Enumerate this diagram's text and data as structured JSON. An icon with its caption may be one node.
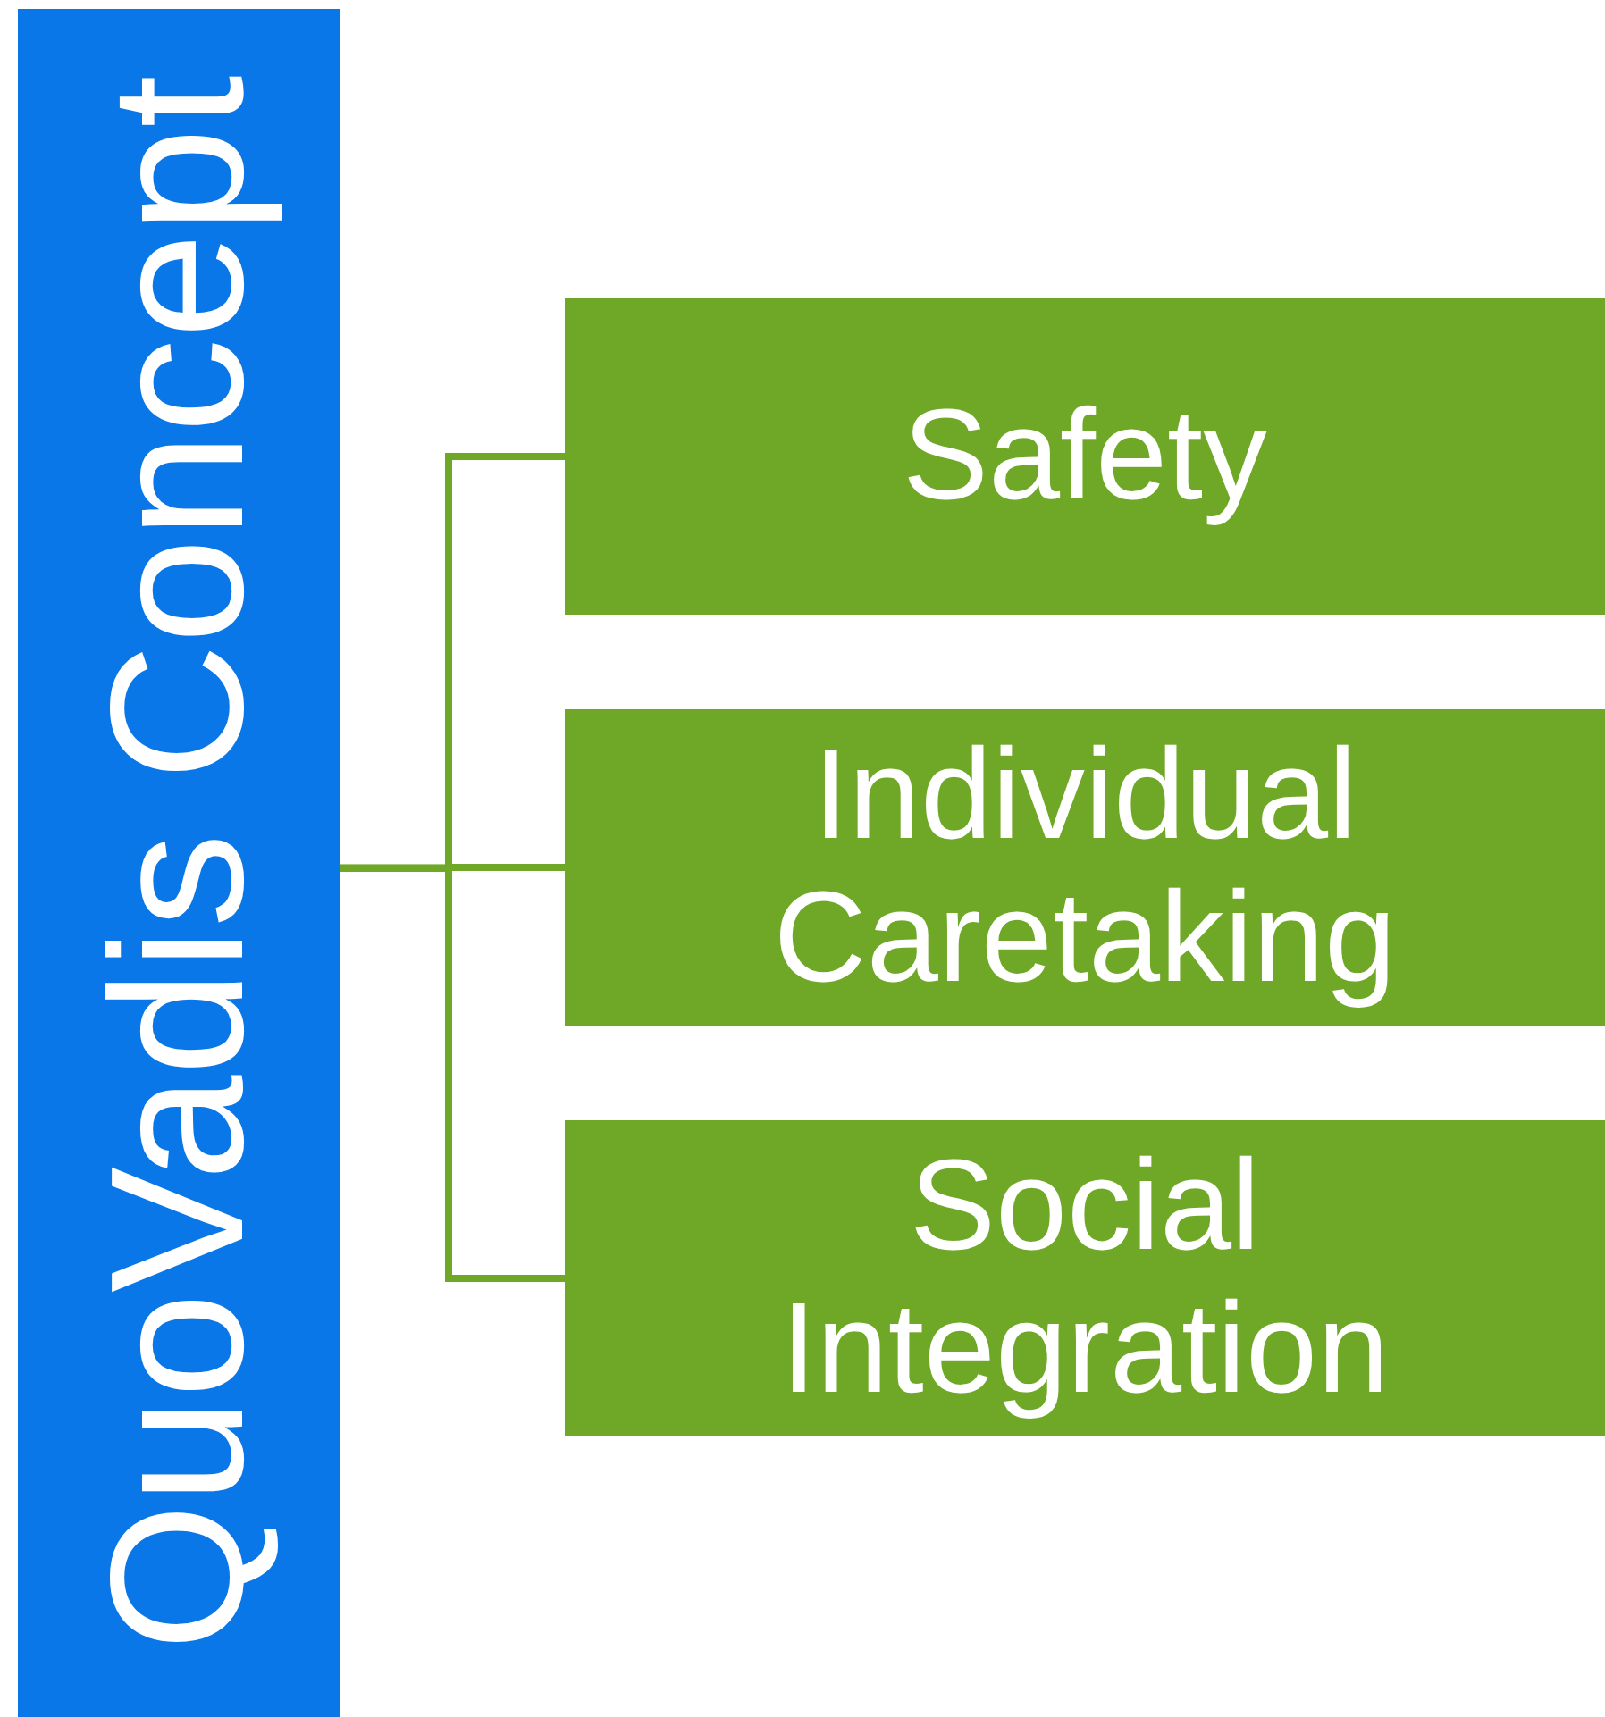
{
  "diagram": {
    "nodes": [
      {
        "text": [
          "QuoVadis Concept"
        ]
      },
      {
        "text": [
          "Safety"
        ]
      },
      {
        "text": [
          "Individual Caretaking"
        ]
      },
      {
        "text": [
          "Social Integration"
        ]
      }
    ],
    "edges": [
      {
        "from": 0,
        "to": 1,
        "arrow": "none"
      },
      {
        "from": 0,
        "to": 2,
        "arrow": "none"
      },
      {
        "from": 0,
        "to": 3,
        "arrow": "none"
      }
    ]
  }
}
